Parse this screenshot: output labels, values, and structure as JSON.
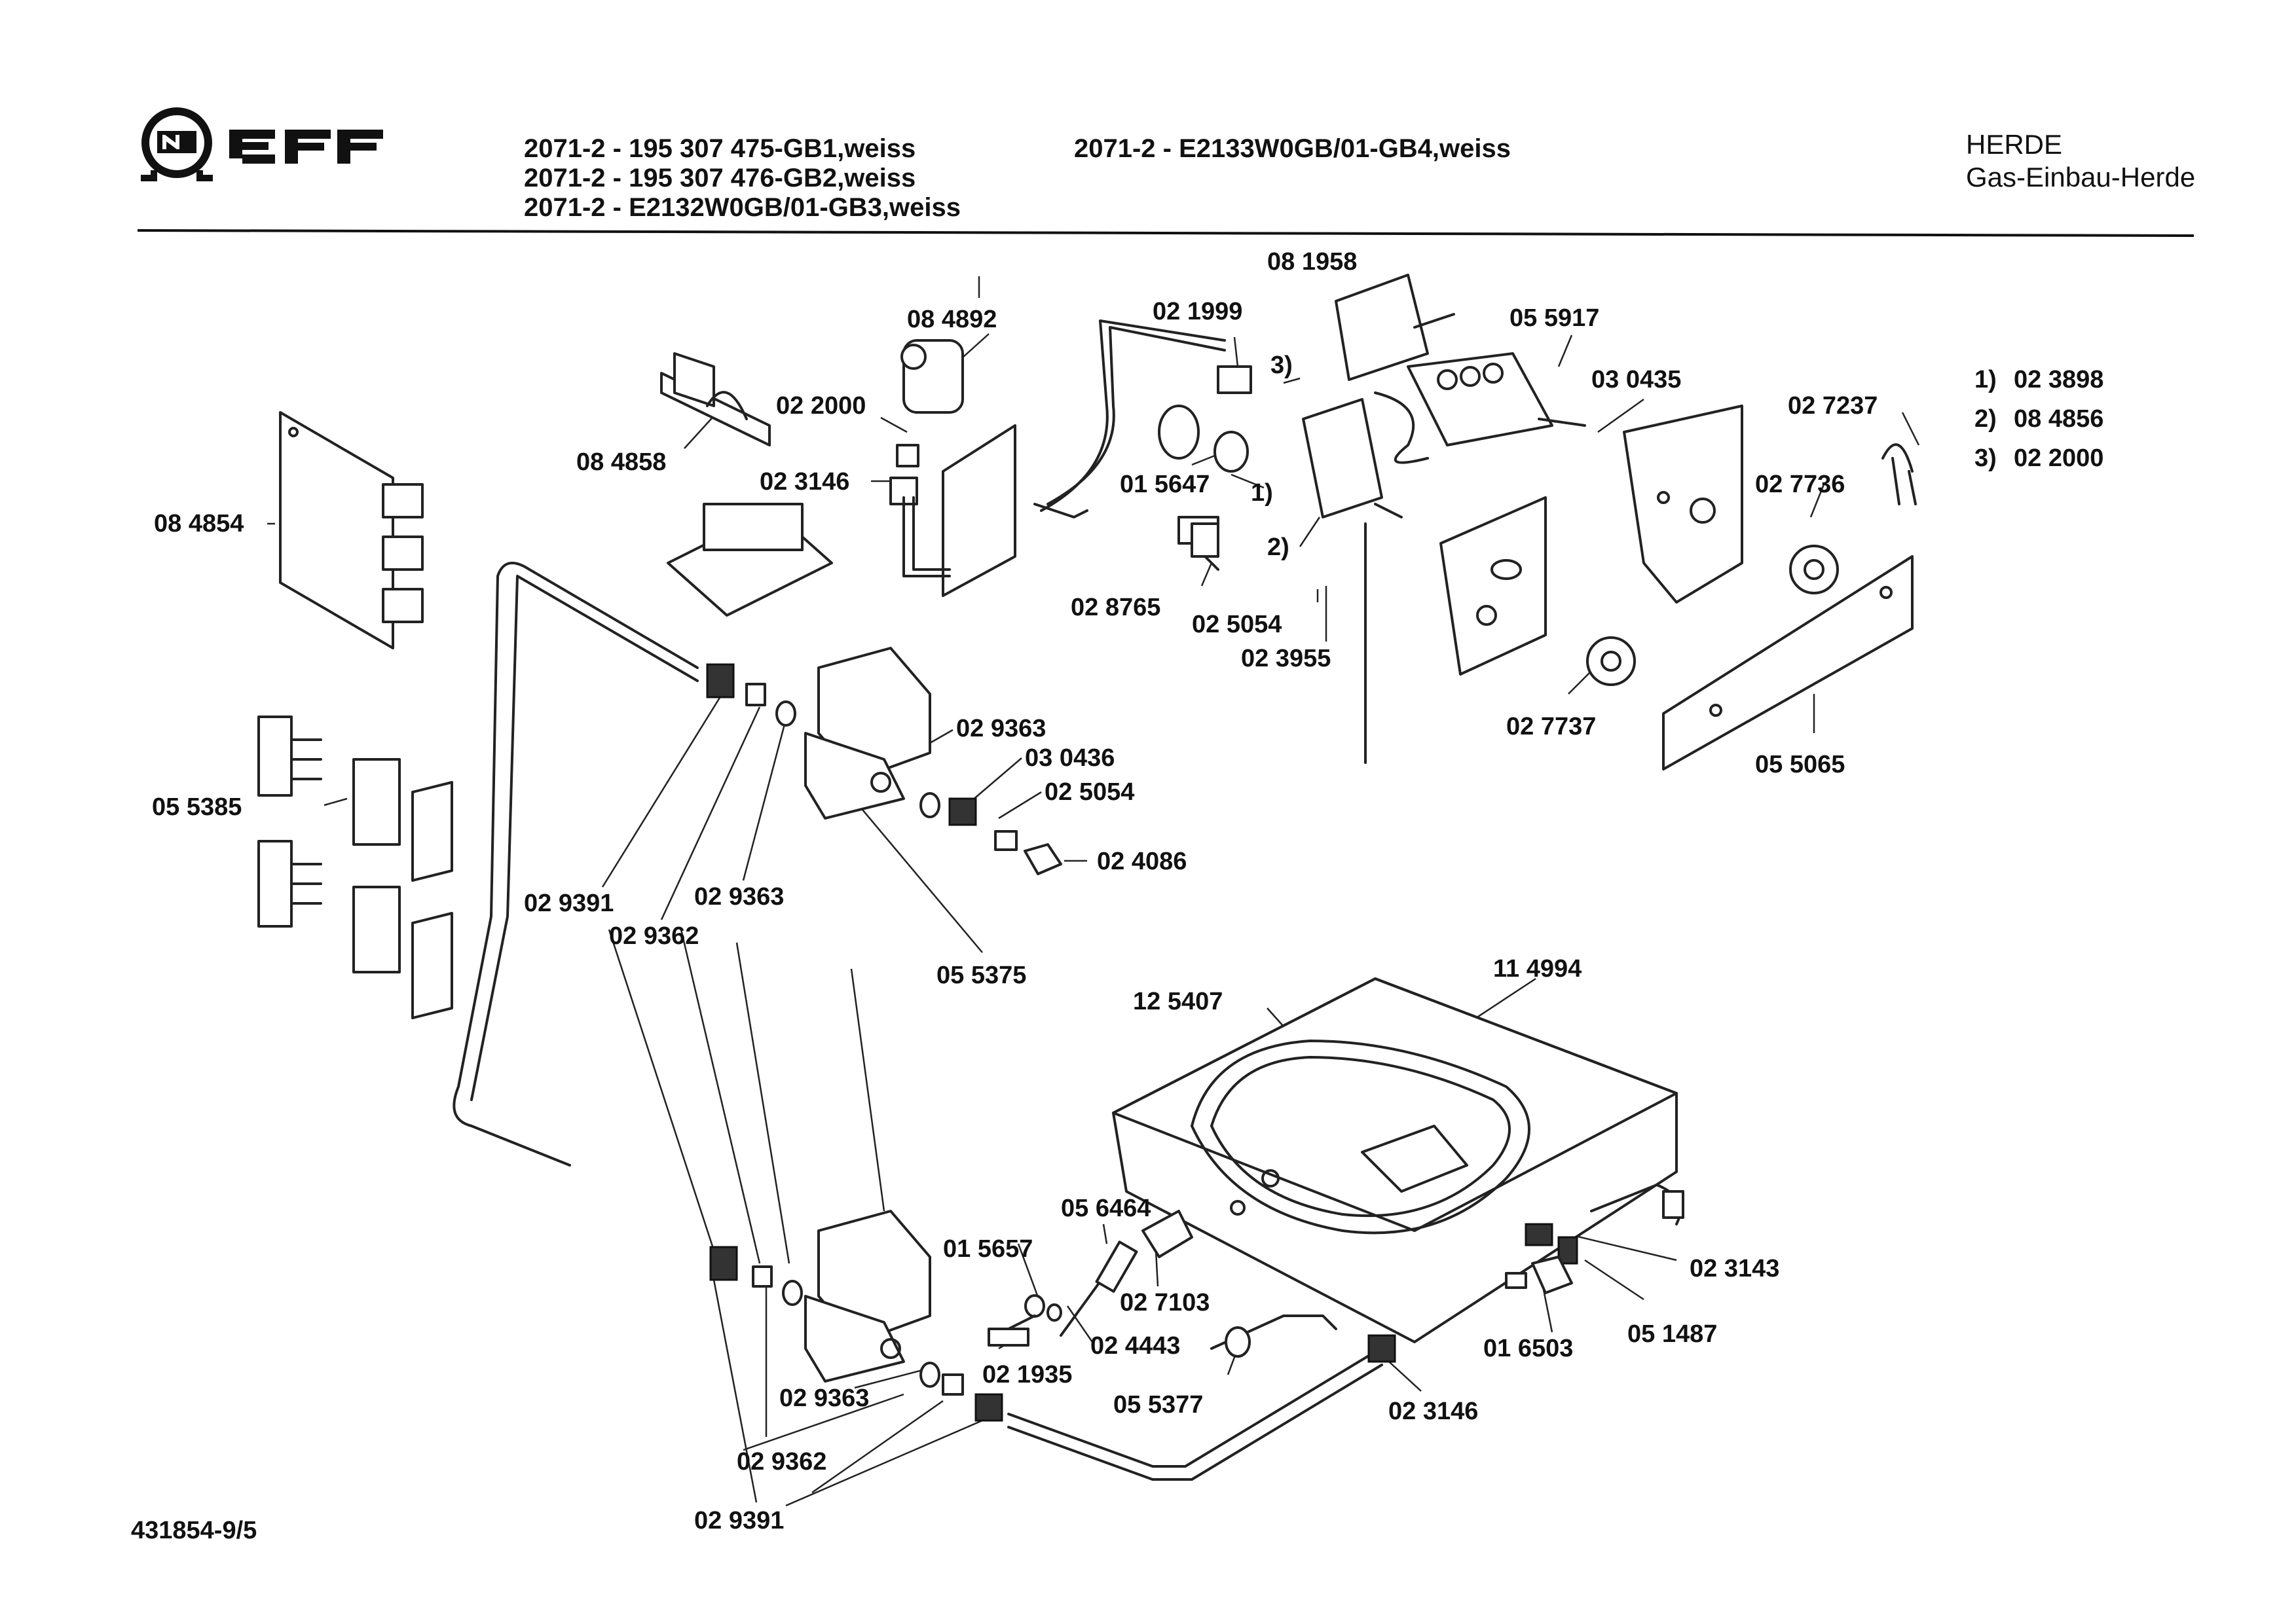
{
  "brand": {
    "name": "NEFF"
  },
  "header": {
    "models_left": [
      "2071-2 - 195 307 475-GB1,weiss",
      "2071-2 - 195 307 476-GB2,weiss",
      "2071-2 - E2132W0GB/01-GB3,weiss"
    ],
    "models_mid": "2071-2 - E2133W0GB/01-GB4,weiss",
    "category": "HERDE",
    "subcategory": "Gas-Einbau-Herde"
  },
  "legend": [
    {
      "key": "1)",
      "part": "02 3898"
    },
    {
      "key": "2)",
      "part": "08 4856"
    },
    {
      "key": "3)",
      "part": "02 2000"
    }
  ],
  "callouts": {
    "p_081958": "08 1958",
    "p_021999": "02 1999",
    "p_055917": "05 5917",
    "p_084892": "08 4892",
    "p_k3": "3)",
    "p_030435": "03 0435",
    "p_022000": "02 2000",
    "p_027237": "02 7237",
    "p_084858": "08 4858",
    "p_023146a": "02 3146",
    "p_015647a": "01 5647",
    "p_k1": "1)",
    "p_027736": "02 7736",
    "p_084854": "08 4854",
    "p_k2": "2)",
    "p_028765": "02 8765",
    "p_025054a": "02 5054",
    "p_023955": "02 3955",
    "p_027737": "02 7737",
    "p_029363a": "02 9363",
    "p_055065": "05 5065",
    "p_030436": "03 0436",
    "p_025054b": "02 5054",
    "p_055385": "05 5385",
    "p_024086": "02 4086",
    "p_029391a": "02 9391",
    "p_029363b": "02 9363",
    "p_029362a": "02 9362",
    "p_055375": "05 5375",
    "p_114994": "11 4994",
    "p_125407": "12 5407",
    "p_056464": "05 6464",
    "p_015657": "01 5657",
    "p_027103": "02 7103",
    "p_023143": "02 3143",
    "p_024443": "02 4443",
    "p_016503": "01 6503",
    "p_051487": "05 1487",
    "p_021935": "02 1935",
    "p_029363c": "02 9363",
    "p_055377": "05 5377",
    "p_023146b": "02 3146",
    "p_029362b": "02 9362",
    "p_029391b": "02 9391"
  },
  "footer": {
    "doc_number": "431854-9/5"
  }
}
